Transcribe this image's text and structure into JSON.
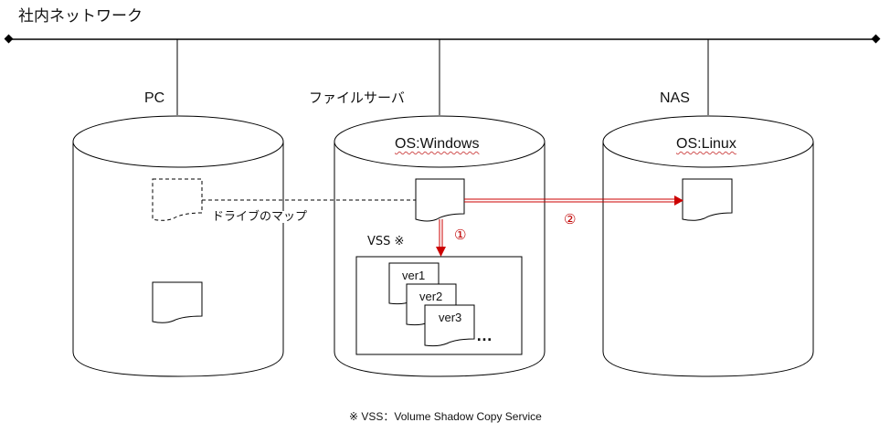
{
  "network": {
    "label": "社内ネットワーク"
  },
  "nodes": [
    {
      "name": "PC",
      "os": ""
    },
    {
      "name": "ファイルサーバ",
      "os": "OS:Windows"
    },
    {
      "name": "NAS",
      "os": "OS:Linux"
    }
  ],
  "drive_map_label": "ドライブのマップ",
  "vss": {
    "label": "VSS ※",
    "versions": [
      "ver1",
      "ver2",
      "ver3"
    ],
    "more": "…"
  },
  "steps": [
    "①",
    "②"
  ],
  "colors": {
    "arrow": "#cc0000",
    "line": "#000000"
  },
  "footnote": "※ VSS：Volume Shadow Copy Service"
}
